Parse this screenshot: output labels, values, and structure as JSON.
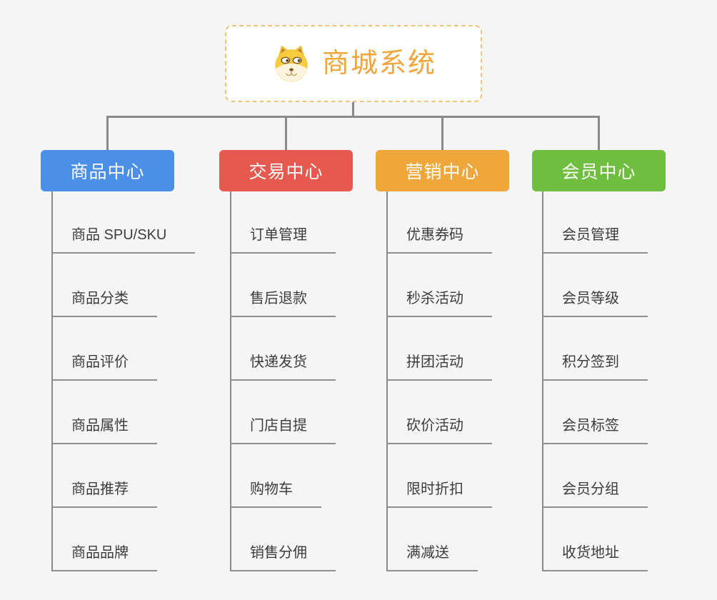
{
  "app": {
    "background_color": "#F5F5F6",
    "connector_color": "#8A8A8A"
  },
  "root": {
    "title": "商城系统",
    "icon": "doge-face-icon",
    "accent_color": "#F0A63C",
    "border_color": "#F2C37C",
    "background_color": "#FFFFFF"
  },
  "branches": [
    {
      "label": "商品中心",
      "color": "#4B8FE8",
      "children": [
        "商品 SPU/SKU",
        "商品分类",
        "商品评价",
        "商品属性",
        "商品推荐",
        "商品品牌"
      ]
    },
    {
      "label": "交易中心",
      "color": "#E6594F",
      "children": [
        "订单管理",
        "售后退款",
        "快递发货",
        "门店自提",
        "购物车",
        "销售分佣"
      ]
    },
    {
      "label": "营销中心",
      "color": "#EFA73B",
      "children": [
        "优惠券码",
        "秒杀活动",
        "拼团活动",
        "砍价活动",
        "限时折扣",
        "满减送"
      ]
    },
    {
      "label": "会员中心",
      "color": "#70BE3F",
      "children": [
        "会员管理",
        "会员等级",
        "积分签到",
        "会员标签",
        "会员分组",
        "收货地址"
      ]
    }
  ]
}
